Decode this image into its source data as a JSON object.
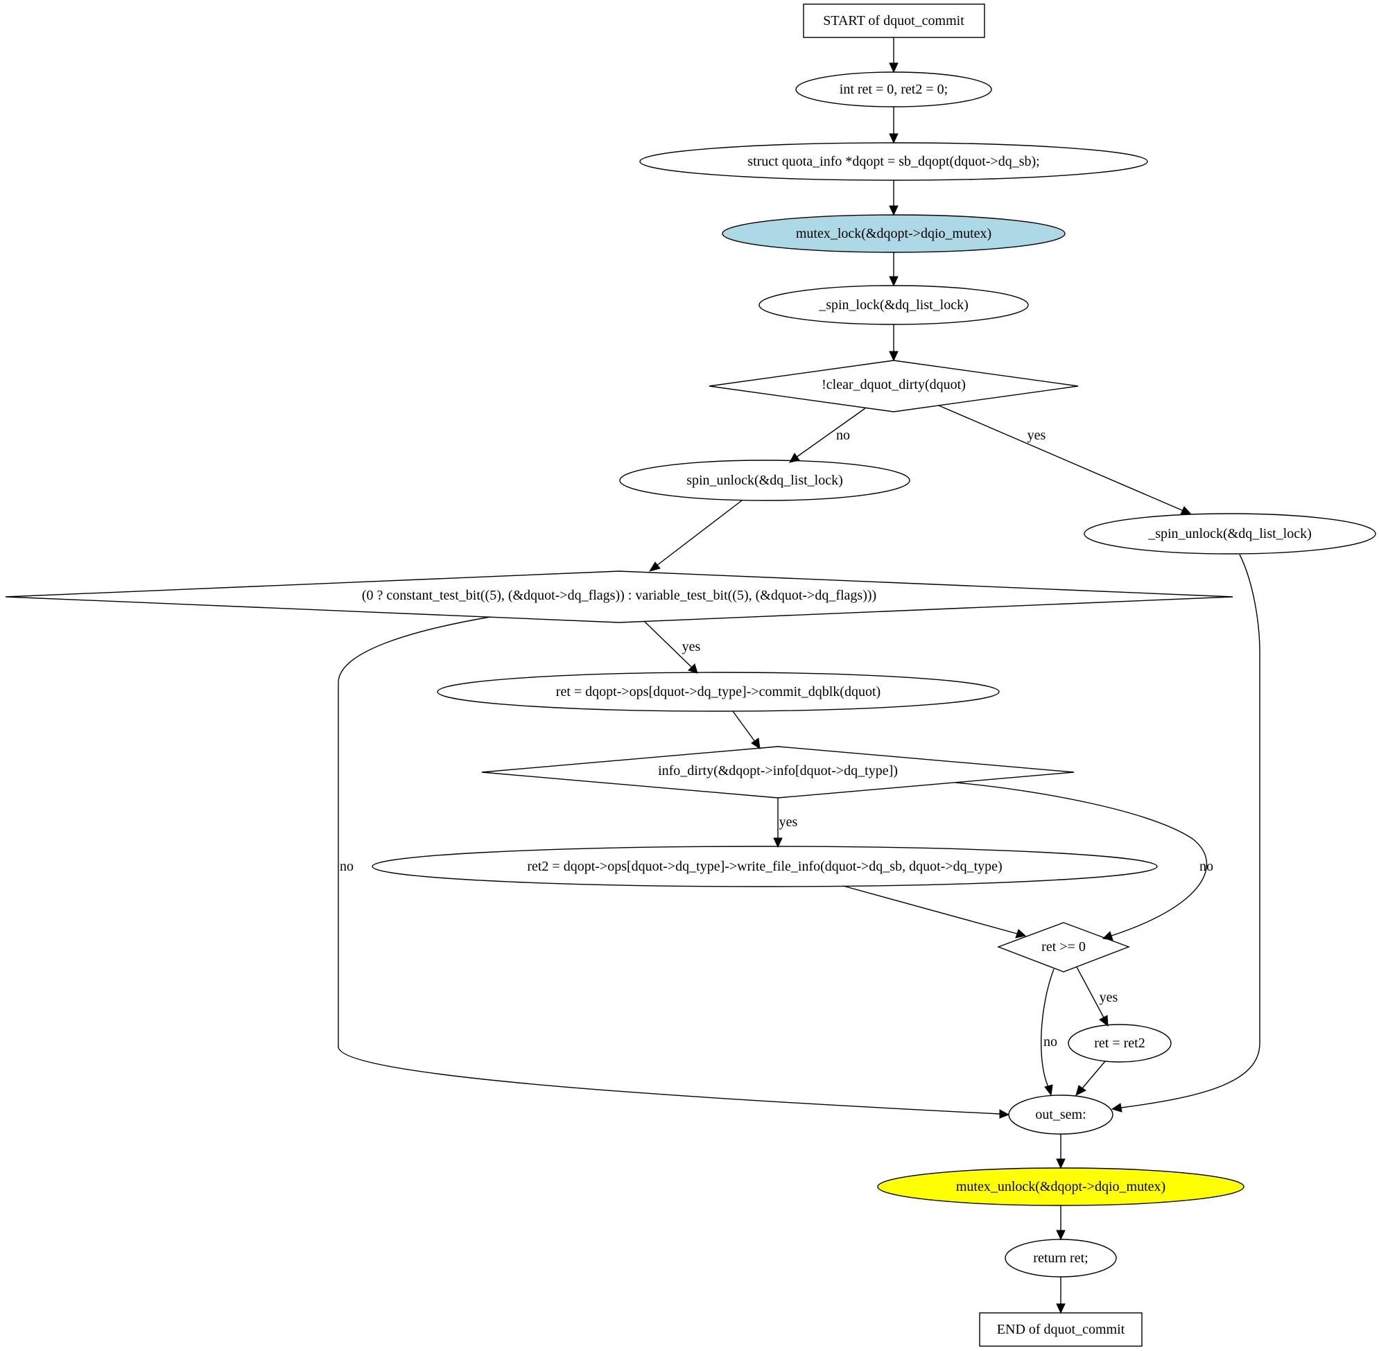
{
  "diagram": {
    "colors": {
      "mutex_lock": "#add8e6",
      "mutex_unlock": "#ffff00",
      "default": "#ffffff",
      "stroke": "#000000"
    },
    "nodes": {
      "start": "START of dquot_commit",
      "decl_ret": "int ret = 0, ret2 = 0;",
      "decl_dqopt": "struct quota_info *dqopt = sb_dqopt(dquot->dq_sb);",
      "mutex_lock": "mutex_lock(&dqopt->dqio_mutex)",
      "spin_lock": "_spin_lock(&dq_list_lock)",
      "cond_clear_dirty": "!clear_dquot_dirty(dquot)",
      "spin_unlock_no": "spin_unlock(&dq_list_lock)",
      "spin_unlock_yes": "_spin_unlock(&dq_list_lock)",
      "cond_test_bit": "(0 ? constant_test_bit((5), (&dquot->dq_flags)) : variable_test_bit((5), (&dquot->dq_flags)))",
      "commit_dqblk": "ret = dqopt->ops[dquot->dq_type]->commit_dqblk(dquot)",
      "cond_info_dirty": "info_dirty(&dqopt->info[dquot->dq_type])",
      "write_file_info": "ret2 = dqopt->ops[dquot->dq_type]->write_file_info(dquot->dq_sb, dquot->dq_type)",
      "cond_ret_ge_0": "ret >= 0",
      "ret_eq_ret2": "ret = ret2",
      "out_sem": "out_sem:",
      "mutex_unlock": "mutex_unlock(&dqopt->dqio_mutex)",
      "return_ret": "return ret;",
      "end": "END of dquot_commit"
    },
    "edge_labels": {
      "clear_dirty_no": "no",
      "clear_dirty_yes": "yes",
      "test_bit_yes": "yes",
      "test_bit_no": "no",
      "info_dirty_yes": "yes",
      "info_dirty_no": "no",
      "ret_ge_0_yes": "yes",
      "ret_ge_0_no": "no"
    }
  }
}
